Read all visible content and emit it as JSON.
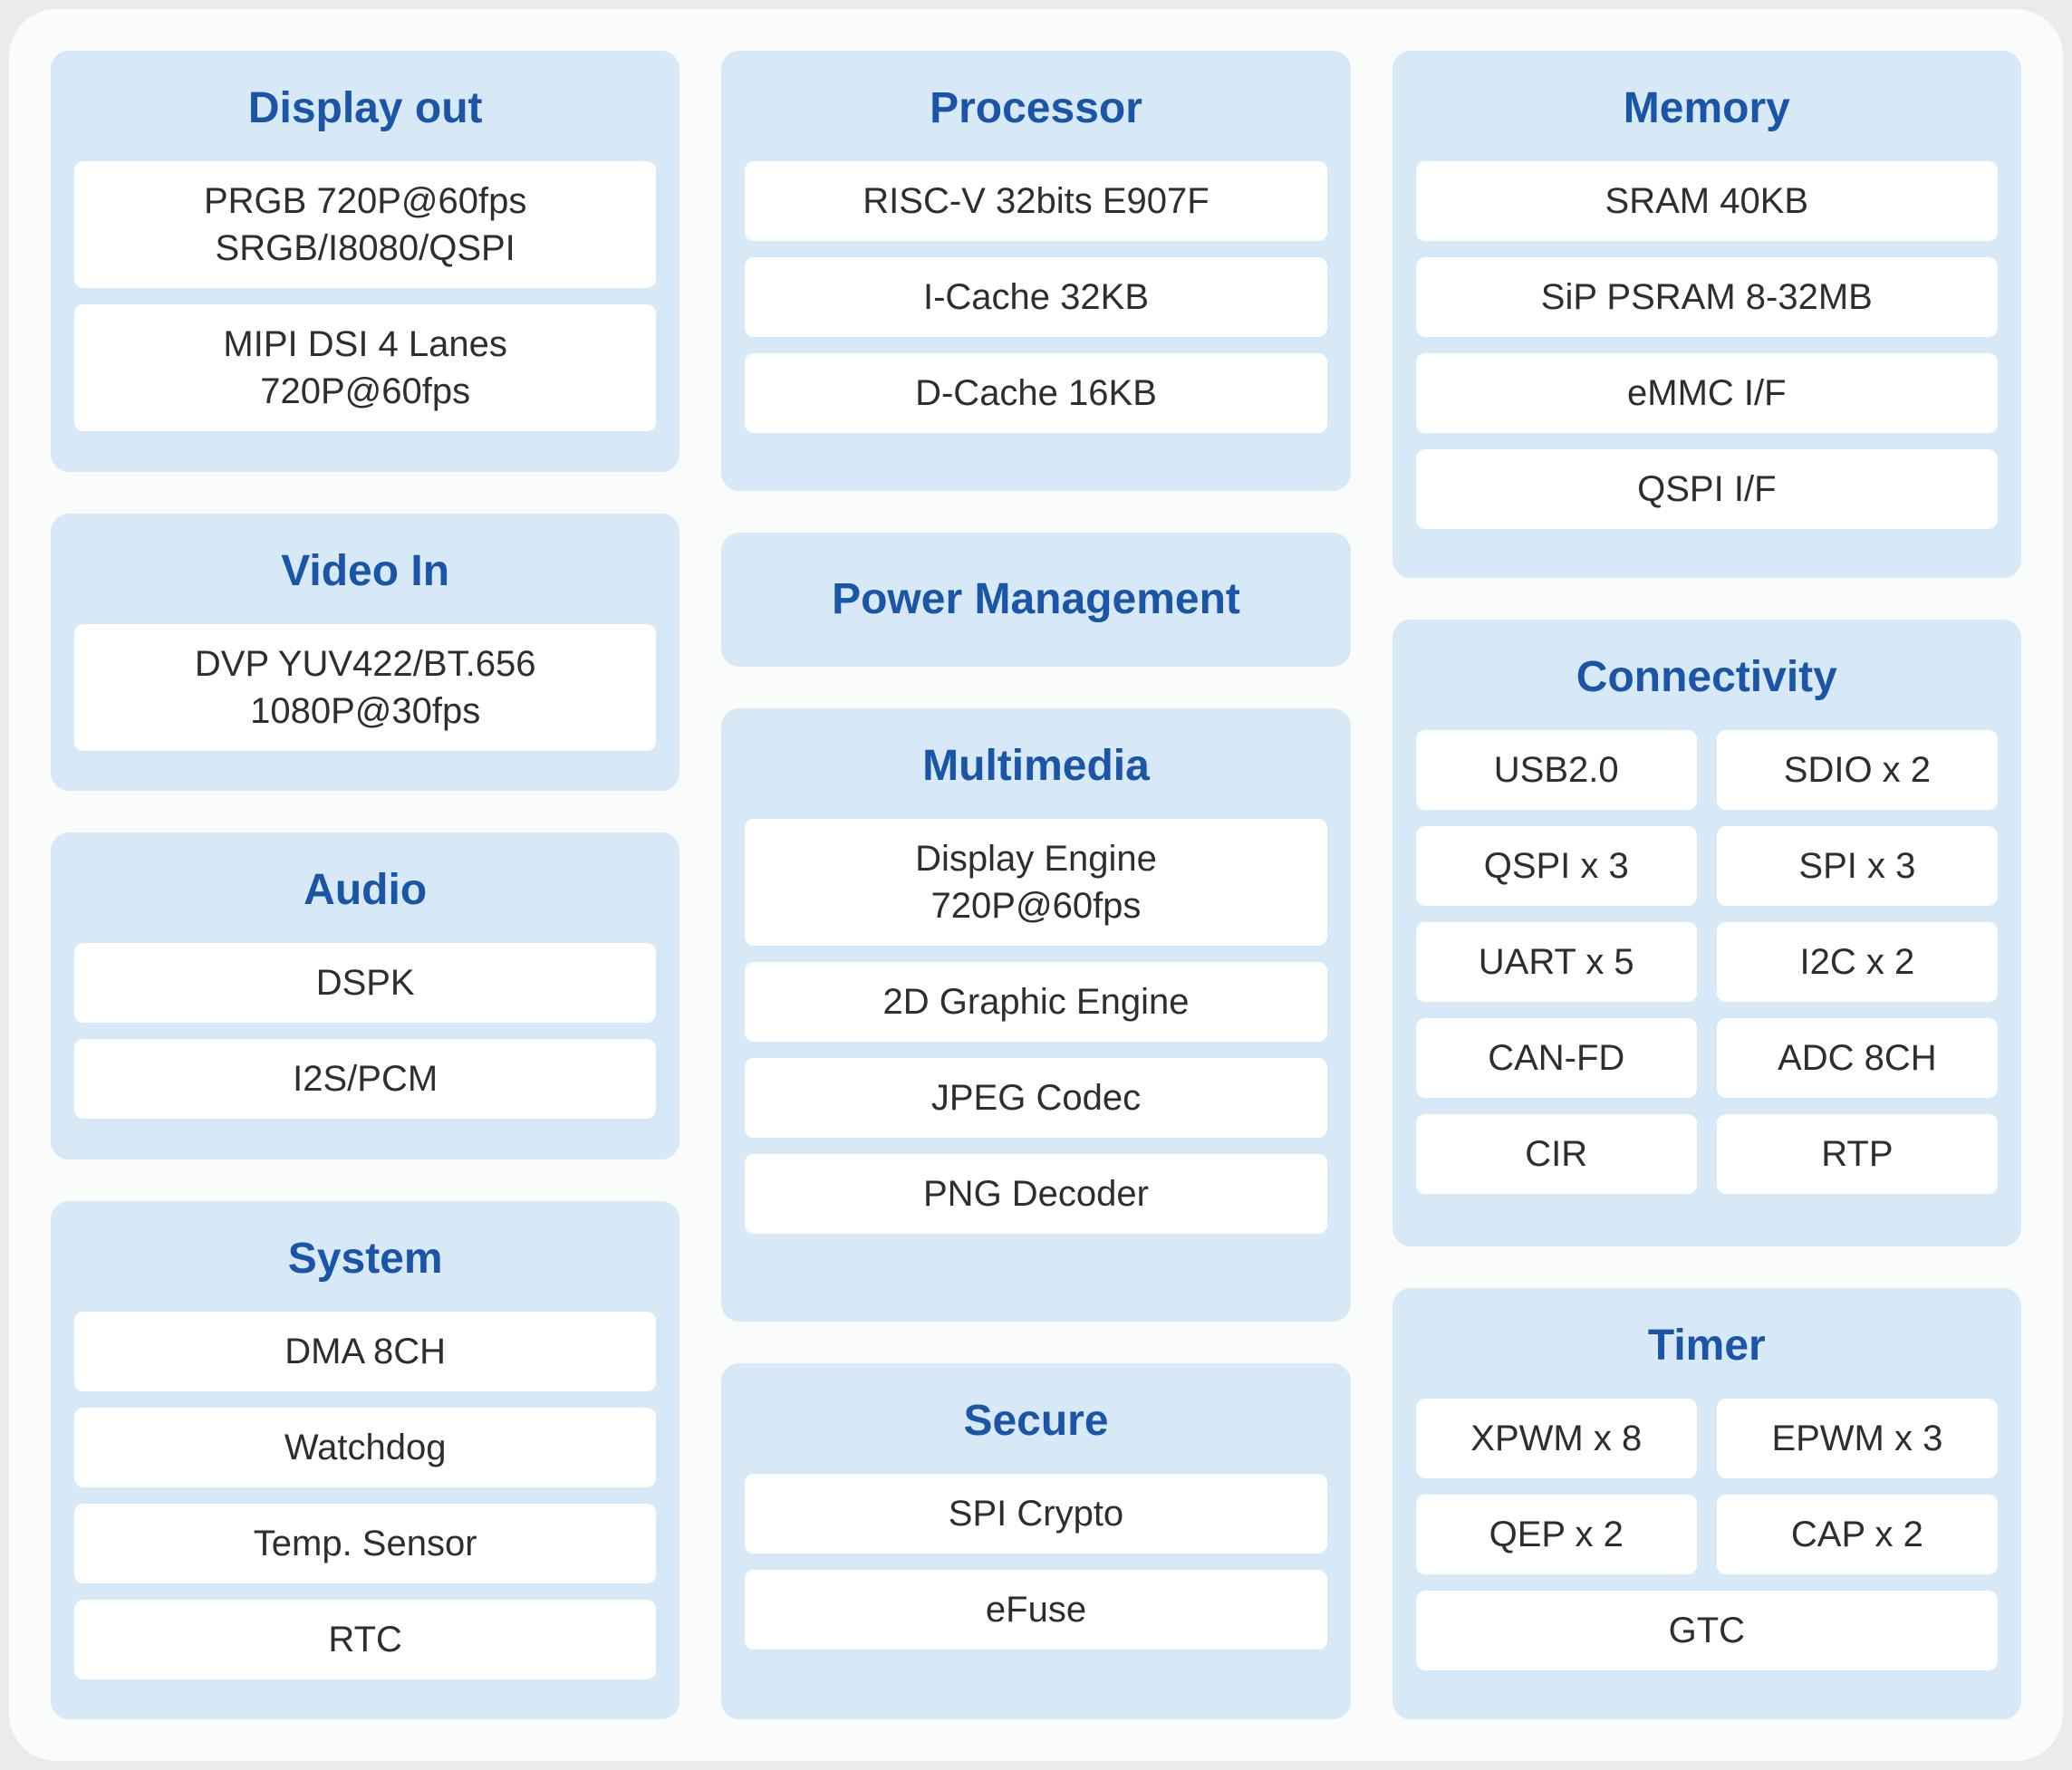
{
  "colors": {
    "page_bg": "#e9ebec",
    "board_bg": "#fafbfb",
    "card_bg": "#d7e8f7",
    "title_color": "#1a55a8",
    "item_bg": "#ffffff",
    "item_text": "#2e2e2e"
  },
  "display_out": {
    "title": "Display out",
    "items": [
      "PRGB 720P@60fps\nSRGB/I8080/QSPI",
      "MIPI DSI 4 Lanes\n720P@60fps"
    ]
  },
  "video_in": {
    "title": "Video In",
    "items": [
      "DVP YUV422/BT.656\n1080P@30fps"
    ]
  },
  "audio": {
    "title": "Audio",
    "items": [
      "DSPK",
      "I2S/PCM"
    ]
  },
  "system": {
    "title": "System",
    "items": [
      "DMA 8CH",
      "Watchdog",
      "Temp. Sensor",
      "RTC"
    ]
  },
  "processor": {
    "title": "Processor",
    "items": [
      "RISC-V 32bits E907F",
      "I-Cache 32KB",
      "D-Cache 16KB"
    ]
  },
  "power_management": {
    "title": "Power Management"
  },
  "multimedia": {
    "title": "Multimedia",
    "items": [
      "Display Engine\n720P@60fps",
      "2D Graphic Engine",
      "JPEG Codec",
      "PNG Decoder"
    ]
  },
  "secure": {
    "title": "Secure",
    "items": [
      "SPI Crypto",
      "eFuse"
    ]
  },
  "memory": {
    "title": "Memory",
    "items": [
      "SRAM 40KB",
      "SiP PSRAM 8-32MB",
      "eMMC I/F",
      "QSPI I/F"
    ]
  },
  "connectivity": {
    "title": "Connectivity",
    "items": [
      "USB2.0",
      "SDIO x 2",
      "QSPI x 3",
      "SPI x 3",
      "UART x 5",
      "I2C x 2",
      "CAN-FD",
      "ADC 8CH",
      "CIR",
      "RTP"
    ]
  },
  "timer": {
    "title": "Timer",
    "items": [
      "XPWM x 8",
      "EPWM x 3",
      "QEP x 2",
      "CAP x 2"
    ],
    "full_item": "GTC"
  }
}
